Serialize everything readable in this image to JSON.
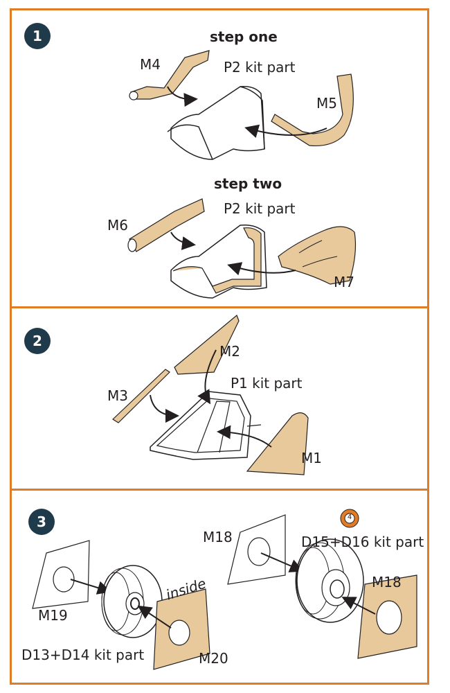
{
  "steps": [
    {
      "number": "1",
      "step_one_title": "step one",
      "step_one_kit": "P2 kit part",
      "step_one_parts": [
        "M4",
        "M5"
      ],
      "step_two_title": "step two",
      "step_two_kit": "P2 kit part",
      "step_two_parts": [
        "M6",
        "M7"
      ]
    },
    {
      "number": "2",
      "kit": "P1 kit part",
      "parts": [
        "M2",
        "M3",
        "M1"
      ]
    },
    {
      "number": "3",
      "left_parts": [
        "M19",
        "M20"
      ],
      "left_note": "inside",
      "left_kit": "D13+D14 kit part",
      "right_parts": [
        "M18",
        "M18"
      ],
      "right_kit": "D15+D16 kit part",
      "icon_label": "4"
    }
  ],
  "colors": {
    "border": "#e07b26",
    "badge": "#1f3a4a",
    "mask": "#e8c99b"
  }
}
